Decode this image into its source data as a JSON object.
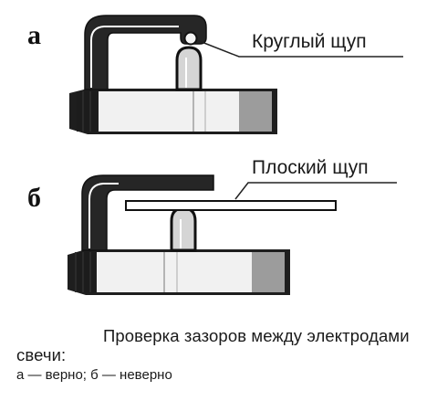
{
  "figure": {
    "panel_a": {
      "letter": "а",
      "probe_label": "Круглый щуп"
    },
    "panel_b": {
      "letter": "б",
      "probe_label": "Плоский щуп"
    }
  },
  "caption": {
    "main_text": "Проверка зазоров между электродами свечи:",
    "sub_text": "а — верно; б — неверно"
  }
}
